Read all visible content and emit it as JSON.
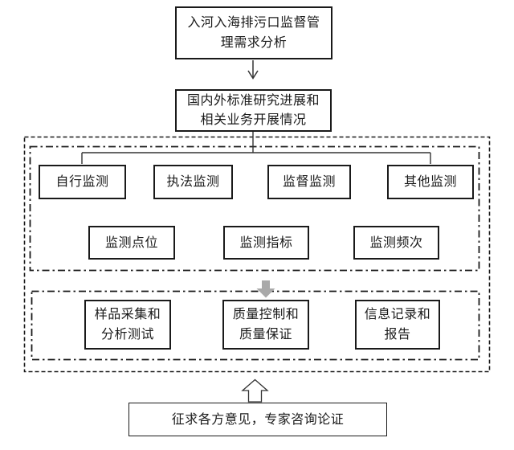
{
  "nodes": {
    "requirement": {
      "lines": [
        "入河入海排污口监督管",
        "理需求分析"
      ]
    },
    "standards": {
      "lines": [
        "国内外标准研究进展和",
        "相关业务开展情况"
      ]
    },
    "monitor_types": [
      "自行监测",
      "执法监测",
      "监督监测",
      "其他监测"
    ],
    "monitor_elements": [
      "监测点位",
      "监测指标",
      "监测频次"
    ],
    "process_steps": [
      {
        "lines": [
          "样品采集和",
          "分析测试"
        ]
      },
      {
        "lines": [
          "质量控制和",
          "质量保证"
        ]
      },
      {
        "lines": [
          "信息记录和",
          "报告"
        ]
      }
    ],
    "consultation": {
      "label": "征求各方意见，专家咨询论证"
    }
  },
  "colors": {
    "background": "#ffffff",
    "box_border": "#1a1a1a",
    "connector": "#333333",
    "gray_arrow": "#a9a9a9"
  }
}
